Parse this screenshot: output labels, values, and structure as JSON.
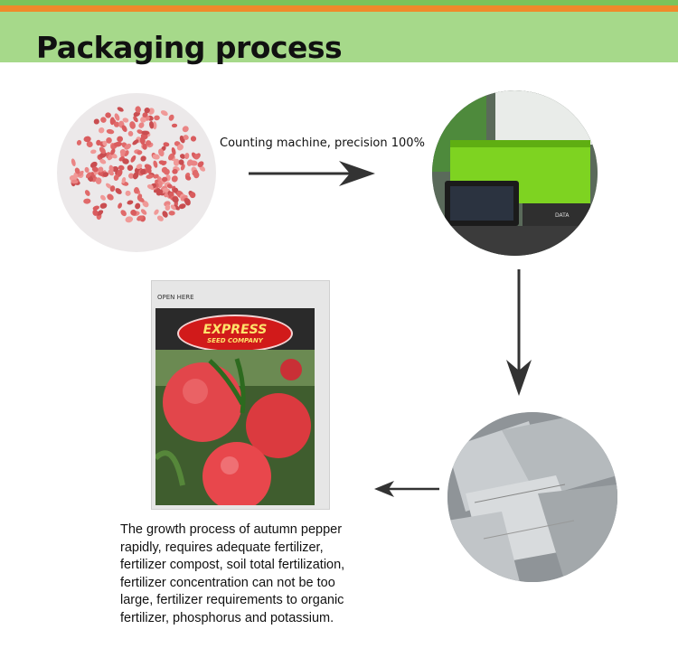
{
  "header": {
    "title": "Packaging process"
  },
  "steps": {
    "counting_caption": "Counting machine, precision 100%"
  },
  "packet": {
    "open_label": "OPEN HERE",
    "brand_line1": "EXPRESS",
    "brand_line2": "SEED COMPANY"
  },
  "description": {
    "lines": [
      "The growth process of autumn pepper",
      "rapidly, requires adequate fertilizer,",
      "fertilizer compost, soil total fertilization,",
      "fertilizer concentration can not be too",
      "large, fertilizer requirements to organic",
      "fertilizer, phosphorus and potassium."
    ]
  },
  "colors": {
    "banner_green": "#a6d98a",
    "stripe_orange": "#f08a2a",
    "stripe_green": "#7cc35a",
    "machine_green": "#7ed321",
    "seed_pink": "#e06a6a"
  }
}
